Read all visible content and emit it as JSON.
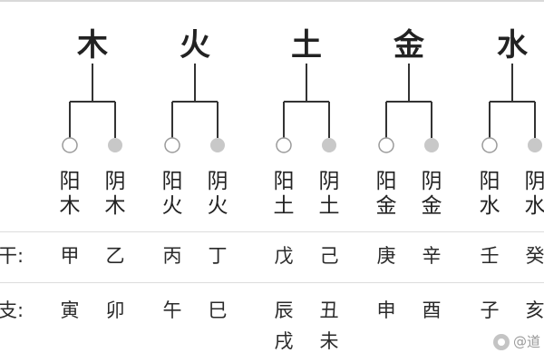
{
  "colors": {
    "line": "#333333",
    "yang_circle_fill": "#ffffff",
    "yang_circle_stroke": "#9a9a9a",
    "yin_circle_fill": "#c8c8c8",
    "divider": "#dcdcdc"
  },
  "elements": [
    {
      "name": "木",
      "yang": "阳木",
      "yin": "阴木",
      "stems": [
        "甲",
        "乙"
      ],
      "branches": [
        "寅",
        "卯"
      ]
    },
    {
      "name": "火",
      "yang": "阳火",
      "yin": "阴火",
      "stems": [
        "丙",
        "丁"
      ],
      "branches": [
        "午",
        "巳"
      ]
    },
    {
      "name": "土",
      "yang": "阳土",
      "yin": "阴土",
      "stems": [
        "戊",
        "己"
      ],
      "branches": [
        "辰",
        "丑"
      ],
      "extra_branches": [
        "戌",
        "未"
      ]
    },
    {
      "name": "金",
      "yang": "阳金",
      "yin": "阴金",
      "stems": [
        "庚",
        "辛"
      ],
      "branches": [
        "申",
        "酉"
      ]
    },
    {
      "name": "水",
      "yang": "阳水",
      "yin": "阴水",
      "stems": [
        "壬",
        "癸"
      ],
      "branches": [
        "子",
        "亥"
      ]
    }
  ],
  "row_labels": {
    "stems": "干:",
    "branches": "支:"
  },
  "watermark": "@道"
}
